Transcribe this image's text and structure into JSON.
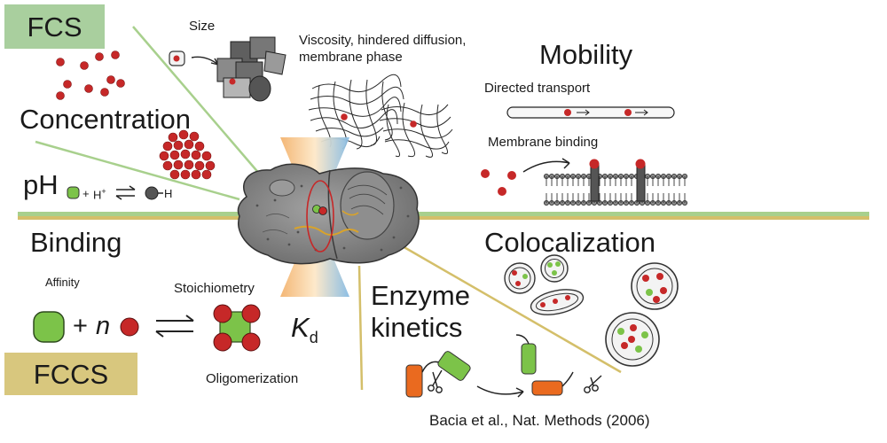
{
  "colors": {
    "fcs_badge": "#a9cf9e",
    "fccs_badge": "#d8c77e",
    "divider_green": "#a8d08d",
    "divider_gold": "#d4bf6a",
    "particle_red": "#c62828",
    "green_protein": "#7cc349",
    "orange_protein": "#ea6a1f",
    "cell_gray": "#8a8a8a",
    "beam_orange": "#f2a55a",
    "beam_blue": "#7fb3dd"
  },
  "badges": {
    "fcs": "FCS",
    "fccs": "FCCS"
  },
  "headings": {
    "concentration": "Concentration",
    "ph": "pH",
    "binding": "Binding",
    "mobility": "Mobility",
    "colocalization": "Colocalization",
    "enzyme_kinetics_line1": "Enzyme",
    "enzyme_kinetics_line2": "kinetics"
  },
  "labels": {
    "size": "Size",
    "viscosity_line1": "Viscosity, hindered diffusion,",
    "viscosity_line2": "membrane phase",
    "directed_transport": "Directed transport",
    "membrane_binding": "Membrane binding",
    "affinity": "Affinity",
    "stoichiometry": "Stoichiometry",
    "oligomerization": "Oligomerization"
  },
  "equations": {
    "ph_plus": "+",
    "ph_ion": "H",
    "ph_charge": "+",
    "ph_product": "H",
    "binding_plus": "+",
    "binding_n": "n",
    "kd_symbol": "K",
    "kd_subscript": "d"
  },
  "citation": "Bacia et al., Nat. Methods (2006)"
}
